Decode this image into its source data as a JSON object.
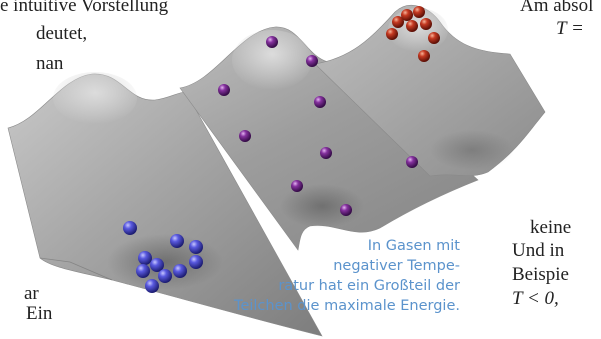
{
  "article_left": [
    "e intuitive Vorstellung",
    "deutet,",
    "nan",
    "ar",
    "Ein"
  ],
  "article_right": [
    "Am absol",
    "T =",
    "keine",
    "Und in",
    "Beispie",
    "T < 0,"
  ],
  "caption": [
    "In Gasen mit",
    "negativer Tempe-",
    "ratur hat ein Großteil der",
    "Teilchen die maximale Energie."
  ],
  "colors": {
    "caption_text": "#5b93cc",
    "ball_low_energy": "#4f4fd8",
    "ball_mixed": "#7a2a9a",
    "ball_high_energy": "#c0301e",
    "surface": "#a8a8a8"
  }
}
